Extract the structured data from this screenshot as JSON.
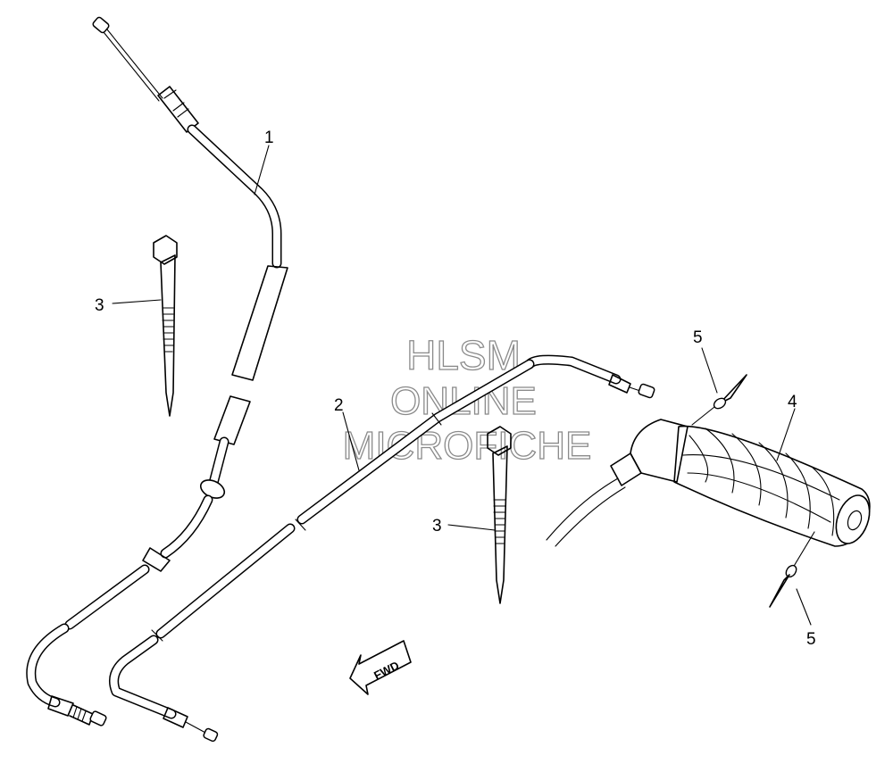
{
  "diagram": {
    "callouts": [
      {
        "label": "1",
        "part": "cable-1"
      },
      {
        "label": "2",
        "part": "cable-2"
      },
      {
        "label": "3",
        "part": "cable-tie"
      },
      {
        "label": "3",
        "part": "cable-tie"
      },
      {
        "label": "4",
        "part": "grip"
      },
      {
        "label": "5",
        "part": "pin"
      },
      {
        "label": "5",
        "part": "pin"
      }
    ],
    "direction_arrow": "FWD"
  },
  "watermark": {
    "lines": [
      "HLSM",
      "ONLINE",
      "MICROFICHE"
    ],
    "color": "#8a8a8a"
  }
}
